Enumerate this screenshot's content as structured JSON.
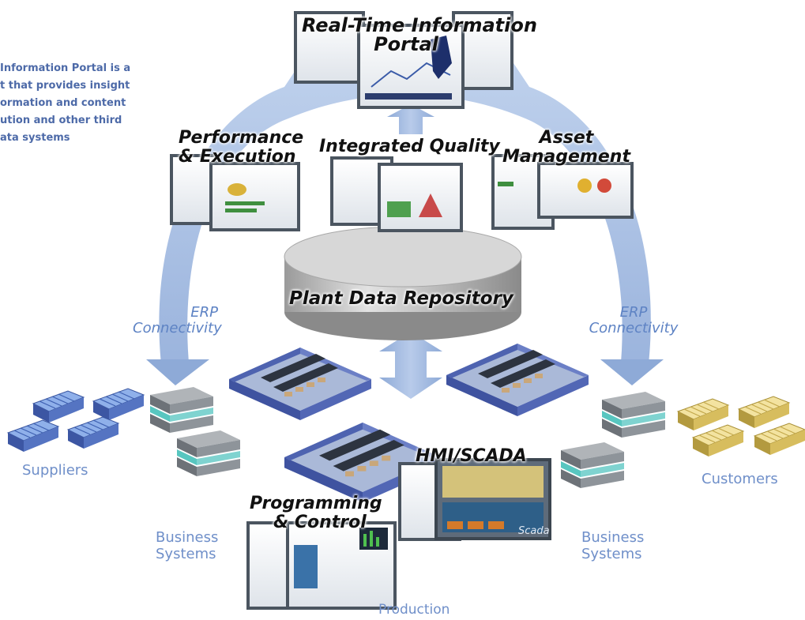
{
  "intro_lines": [
    "Information Portal is a",
    "t that provides insight",
    "ormation and content",
    "ution and other third",
    "ata systems"
  ],
  "labels": {
    "portal": [
      "Real-Time Information",
      "Portal"
    ],
    "performance": [
      "Performance",
      "& Execution"
    ],
    "quality": [
      "Integrated Quality"
    ],
    "asset": [
      "Asset",
      "Management"
    ],
    "repository": "Plant Data Repository",
    "erp_left": [
      "ERP",
      "Connectivity"
    ],
    "erp_right": [
      "ERP",
      "Connectivity"
    ],
    "hmi": "HMI/SCADA",
    "programming": [
      "Programming",
      "& Control"
    ],
    "suppliers": "Suppliers",
    "customers": "Customers",
    "business_left": [
      "Business",
      "Systems"
    ],
    "business_right": [
      "Business",
      "Systems"
    ],
    "production": "Production",
    "scada_logo": "Scada"
  },
  "colors": {
    "arc": "#9cb6df",
    "arc_dark": "#6f8fc9",
    "label_blue": "#6f8fc9",
    "intro_blue": "#4d6aa8",
    "supplier_roof": "#6d8fd6",
    "customer_roof": "#e6d07e",
    "factory_wall": "#4e63b0",
    "building_glass": "#7fd3d0"
  }
}
